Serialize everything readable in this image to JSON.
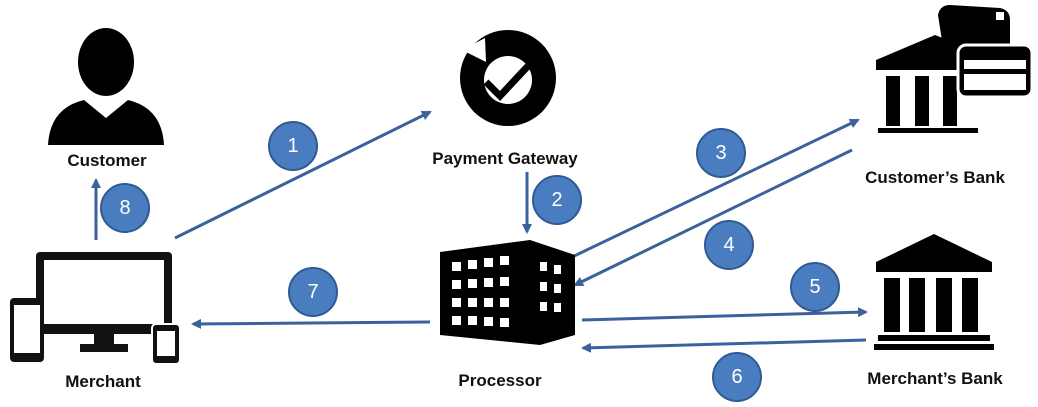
{
  "title": "Payment processing flow",
  "colors": {
    "arrow": "#3b629c",
    "badge_fill": "#4a7dc0",
    "badge_stroke": "#2f5a93",
    "icon": "#000000"
  },
  "nodes": {
    "customer": "Customer",
    "payment_gateway": "Payment Gateway",
    "customers_bank": "Customer’s Bank",
    "processor": "Processor",
    "merchants_bank": "Merchant’s Bank",
    "merchant": "Merchant"
  },
  "steps": [
    "1",
    "2",
    "3",
    "4",
    "5",
    "6",
    "7",
    "8"
  ]
}
